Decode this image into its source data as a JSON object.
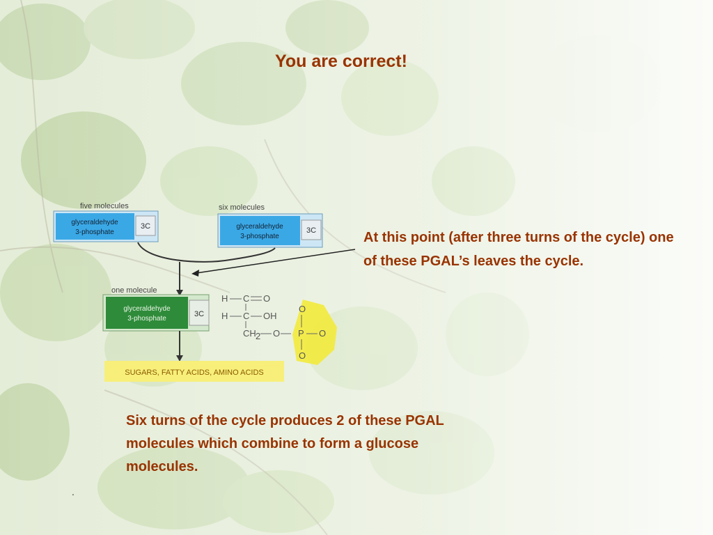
{
  "slide": {
    "title": "You are correct!",
    "note_right": "At this point (after three turns of the cycle) one of these PGAL’s leaves the cycle.",
    "note_bottom": "Six turns of the cycle produces 2 of these PGAL molecules which combine to form a glucose molecules.",
    "dot": "."
  },
  "diagram": {
    "box_left": {
      "caption": "five molecules",
      "name_line1": "glyceraldehyde",
      "name_line2": "3-phosphate",
      "carbon": "3C"
    },
    "box_right": {
      "caption": "six molecules",
      "name_line1": "glyceraldehyde",
      "name_line2": "3-phosphate",
      "carbon": "3C"
    },
    "box_green": {
      "caption": "one molecule",
      "name_line1": "glyceraldehyde",
      "name_line2": "3-phosphate",
      "carbon": "3C"
    },
    "products": "SUGARS, FATTY ACIDS, AMINO ACIDS",
    "structure": {
      "row1_h": "H",
      "row1_c": "C",
      "row1_o": "O",
      "row2_h": "H",
      "row2_c": "C",
      "row2_oh": "OH",
      "row3_ch2": "CH",
      "row3_sub": "2",
      "row3_o": "O",
      "p": "P",
      "p_top": "O",
      "p_right": "O",
      "p_bottom": "O"
    },
    "colors": {
      "blue_box": "#3ba8e6",
      "green_box": "#2e8b3a",
      "products_band": "#f7ef7a",
      "text": "#993300"
    }
  }
}
